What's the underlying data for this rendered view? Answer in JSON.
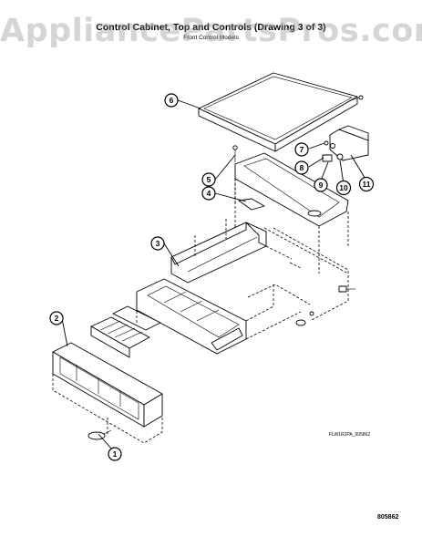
{
  "watermark": "AppliancePartsPros.com",
  "title": "Control Cabinet, Top and Controls (Drawing 3 of 3)",
  "subtitle": "Front Control Models",
  "drawing_code": "FLW1R2PA_905862",
  "page_number": "805862",
  "callouts": [
    "1",
    "2",
    "3",
    "4",
    "5",
    "6",
    "7",
    "8",
    "9",
    "10",
    "11"
  ],
  "icons": {
    "screw": "screw-icon",
    "clip": "clip-icon",
    "knob": "knob-icon"
  },
  "colors": {
    "line": "#000000",
    "watermark": "#969696",
    "background": "#ffffff"
  }
}
